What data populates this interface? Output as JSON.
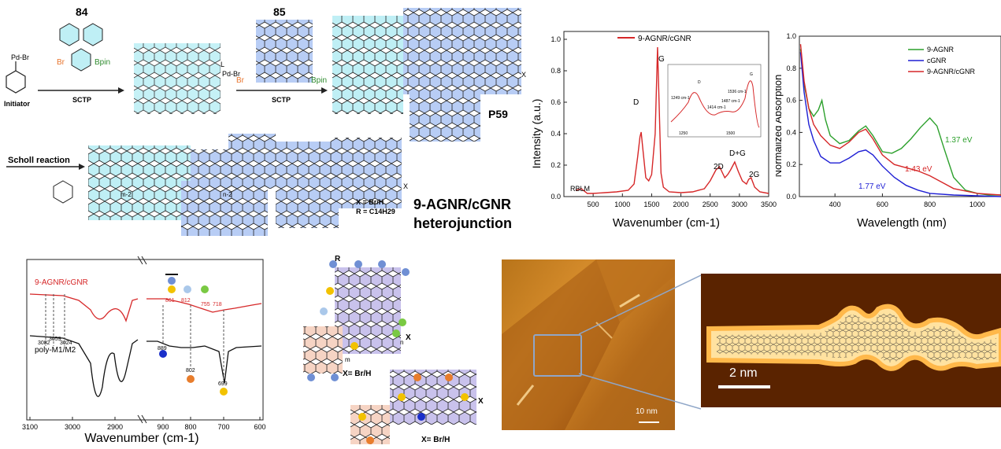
{
  "scheme": {
    "monomer1_number": "84",
    "monomer2_number": "85",
    "initiator_label": "Initiator",
    "sctp_label_1": "SCTP",
    "sctp_label_2": "SCTP",
    "br_label": "Br",
    "bpin_label": "Bpin",
    "br_label_2": "Br",
    "bpin_label_2": "Bpin",
    "pd_br_label": "Pd-Br",
    "l_label": "L",
    "m_label": "m",
    "n_label": "n",
    "x_label": "X",
    "r_label": "R",
    "p59_label": "P59",
    "scholl_label": "Scholl reaction",
    "m2_label": "m-2",
    "n2_label": "n-2",
    "xdef_label": "X = Br/H",
    "rdef_label": "R = C14H29",
    "product_title_1": "9-AGNR/cGNR",
    "product_title_2": "heterojunction"
  },
  "chart_data": [
    {
      "type": "line",
      "title": "",
      "xlabel": "Wavenumber (cm-1)",
      "ylabel": "Intensity (a.u.)",
      "xlim": [
        0,
        3500
      ],
      "ylim": [
        0,
        1.05
      ],
      "xticks": [
        "500",
        "1000",
        "1500",
        "2000",
        "2500",
        "3000",
        "3500"
      ],
      "yticks": [
        "0.0",
        "0.2",
        "0.4",
        "0.6",
        "0.8",
        "1.0"
      ],
      "legend_position": "top",
      "series": [
        {
          "name": "9-AGNR/cGNR",
          "color": "#d62728",
          "x": [
            200,
            300,
            400,
            500,
            700,
            900,
            1100,
            1200,
            1260,
            1300,
            1320,
            1350,
            1400,
            1450,
            1500,
            1560,
            1600,
            1620,
            1660,
            1700,
            1800,
            2000,
            2200,
            2400,
            2500,
            2600,
            2660,
            2750,
            2800,
            2850,
            2920,
            2980,
            3050,
            3120,
            3160,
            3200,
            3260,
            3350,
            3500
          ],
          "y": [
            0.04,
            0.05,
            0.02,
            0.02,
            0.025,
            0.03,
            0.04,
            0.08,
            0.25,
            0.38,
            0.41,
            0.3,
            0.12,
            0.1,
            0.14,
            0.4,
            0.95,
            0.7,
            0.15,
            0.06,
            0.03,
            0.025,
            0.03,
            0.05,
            0.1,
            0.17,
            0.19,
            0.12,
            0.14,
            0.17,
            0.22,
            0.16,
            0.1,
            0.08,
            0.11,
            0.12,
            0.06,
            0.03,
            0.02
          ]
        }
      ],
      "labels": [
        "RBLM",
        "D",
        "G",
        "2D",
        "D+G",
        "2G"
      ],
      "inset": {
        "xticks": [
          "1250",
          "1500"
        ],
        "annotations": [
          "1249 cm-1",
          "D",
          "1414 cm-1",
          "1487 cm-1",
          "1536 cm-1",
          "G"
        ]
      }
    },
    {
      "type": "line",
      "title": "",
      "xlabel": "Wavelength (nm)",
      "ylabel": "Normalized Absorption",
      "xlim": [
        250,
        1100
      ],
      "ylim": [
        0,
        1.0
      ],
      "xticks": [
        "400",
        "600",
        "800",
        "1000"
      ],
      "yticks": [
        "0.0",
        "0.2",
        "0.4",
        "0.6",
        "0.8",
        "1.0"
      ],
      "legend_position": "top-right",
      "series": [
        {
          "name": "9-AGNR",
          "color": "#2ca02c",
          "x": [
            255,
            270,
            290,
            310,
            330,
            345,
            360,
            380,
            420,
            460,
            500,
            530,
            560,
            600,
            640,
            680,
            720,
            760,
            800,
            830,
            860,
            900,
            950,
            1000,
            1050,
            1100
          ],
          "y": [
            0.92,
            0.7,
            0.55,
            0.5,
            0.54,
            0.6,
            0.48,
            0.38,
            0.33,
            0.35,
            0.41,
            0.44,
            0.38,
            0.28,
            0.27,
            0.3,
            0.36,
            0.43,
            0.49,
            0.44,
            0.3,
            0.12,
            0.04,
            0.02,
            0.01,
            0.01
          ]
        },
        {
          "name": "cGNR",
          "color": "#1f1fd4",
          "x": [
            255,
            270,
            290,
            310,
            340,
            380,
            420,
            460,
            500,
            530,
            560,
            600,
            650,
            700,
            750,
            800,
            900,
            1000,
            1100
          ],
          "y": [
            0.9,
            0.65,
            0.45,
            0.35,
            0.25,
            0.21,
            0.21,
            0.24,
            0.28,
            0.29,
            0.26,
            0.19,
            0.12,
            0.07,
            0.04,
            0.02,
            0.01,
            0.005,
            0.0
          ]
        },
        {
          "name": "9-AGNR/cGNR",
          "color": "#d62728",
          "x": [
            255,
            270,
            290,
            310,
            340,
            380,
            420,
            460,
            500,
            530,
            560,
            600,
            650,
            700,
            750,
            800,
            850,
            900,
            1000,
            1100
          ],
          "y": [
            0.95,
            0.72,
            0.55,
            0.45,
            0.38,
            0.32,
            0.3,
            0.34,
            0.4,
            0.42,
            0.36,
            0.26,
            0.2,
            0.18,
            0.16,
            0.13,
            0.09,
            0.05,
            0.02,
            0.01
          ]
        }
      ],
      "annotations": [
        {
          "text": "1.37 eV",
          "color": "#2ca02c"
        },
        {
          "text": "1.43 eV",
          "color": "#d62728"
        },
        {
          "text": "1.77 eV",
          "color": "#1f1fd4"
        }
      ]
    },
    {
      "type": "line",
      "title": "",
      "xlabel": "Wavenumber (cm-1)",
      "ylabel": "",
      "xticks": [
        "3100",
        "3000",
        "2900",
        "900",
        "800",
        "700",
        "600"
      ],
      "series": [
        {
          "name": "9-AGNR/cGNR",
          "color": "#d62728"
        },
        {
          "name": "poly-M1/M2",
          "color": "#111111"
        }
      ],
      "peak_labels_top": [
        "861",
        "812",
        "755",
        "718"
      ],
      "peak_labels_bottom": [
        "3082",
        "3059",
        "3024",
        "889",
        "802",
        "699"
      ]
    }
  ],
  "structures": {
    "xdef_1": "X= Br/H",
    "xdef_2": "X= Br/H",
    "r_label": "R",
    "m_label": "m",
    "n_label": "n",
    "x_label": "X"
  },
  "stm": {
    "scale_bar_1": "10 nm",
    "scale_bar_2": "2 nm"
  }
}
